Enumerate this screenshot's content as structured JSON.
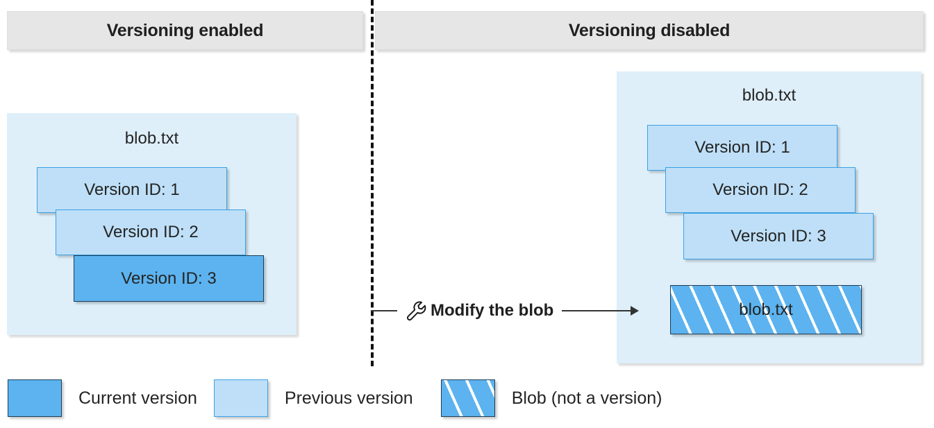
{
  "headers": {
    "left": "Versioning enabled",
    "right": "Versioning disabled"
  },
  "panels": {
    "enabled": {
      "blob_name": "blob.txt",
      "versions": [
        {
          "label": "Version ID: 1",
          "state": "previous"
        },
        {
          "label": "Version ID: 2",
          "state": "previous"
        },
        {
          "label": "Version ID: 3",
          "state": "current"
        }
      ]
    },
    "disabled": {
      "blob_name": "blob.txt",
      "versions": [
        {
          "label": "Version ID: 1",
          "state": "previous"
        },
        {
          "label": "Version ID: 2",
          "state": "previous"
        },
        {
          "label": "Version ID: 3",
          "state": "previous"
        }
      ],
      "overwritten_blob": {
        "label": "blob.txt",
        "state": "blob-not-a-version"
      }
    }
  },
  "action": {
    "label": "Modify the blob",
    "icon": "wrench-icon"
  },
  "legend": [
    {
      "label": "Current version",
      "swatch": "current"
    },
    {
      "label": "Previous version",
      "swatch": "previous"
    },
    {
      "label": "Blob (not a version)",
      "swatch": "hatched"
    }
  ],
  "colors": {
    "current_version": "#5cb3ef",
    "previous_version": "#bedff7",
    "container_background": "#deeffa",
    "header_background": "#e6e6e6",
    "border_current": "#1d3c54",
    "border_previous": "#3aa0e3",
    "text": "#242424",
    "divider": "#111111"
  }
}
